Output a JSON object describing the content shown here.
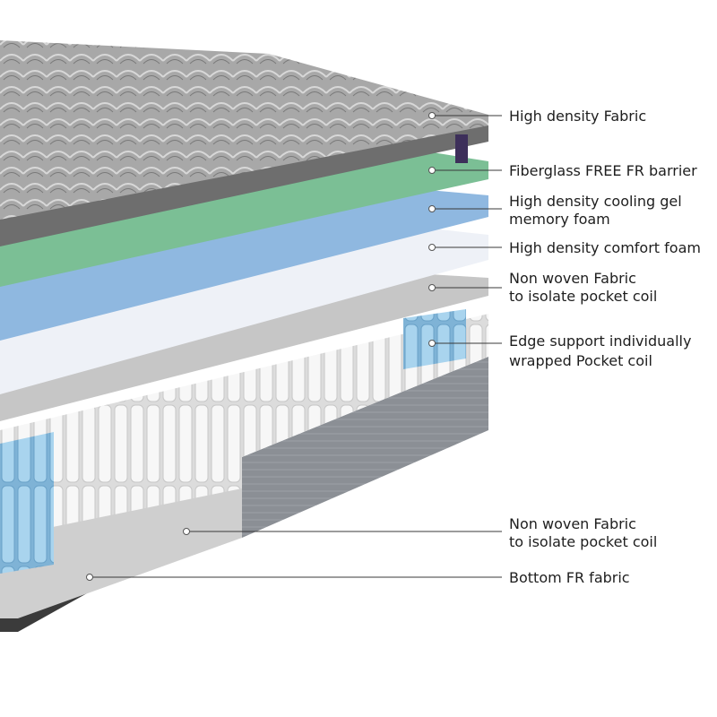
{
  "labels": {
    "l1": [
      "High density Fabric"
    ],
    "l2": [
      "Fiberglass FREE FR barrier"
    ],
    "l3": [
      "High density cooling gel",
      "memory foam"
    ],
    "l4": [
      "High density comfort foam"
    ],
    "l5": [
      "Non woven Fabric",
      "to isolate pocket coil"
    ],
    "l6": [
      "Edge support individually",
      "wrapped Pocket coil"
    ],
    "l7": [
      "Non woven Fabric",
      "to isolate pocket coil"
    ],
    "l8": [
      "Bottom FR fabric"
    ]
  },
  "colors": {
    "fabric": "#9a9a9a",
    "fabric_dark": "#6e6e6e",
    "green_barrier": "#7bbf95",
    "gel_foam": "#8fb8e0",
    "comfort_foam": "#eef1f7",
    "nonwoven": "#cfcfcf",
    "coil": "#f2f2f2",
    "coil_blue": "#8cc3e6",
    "border": "#7f8389",
    "base": "#3b3b3b"
  }
}
